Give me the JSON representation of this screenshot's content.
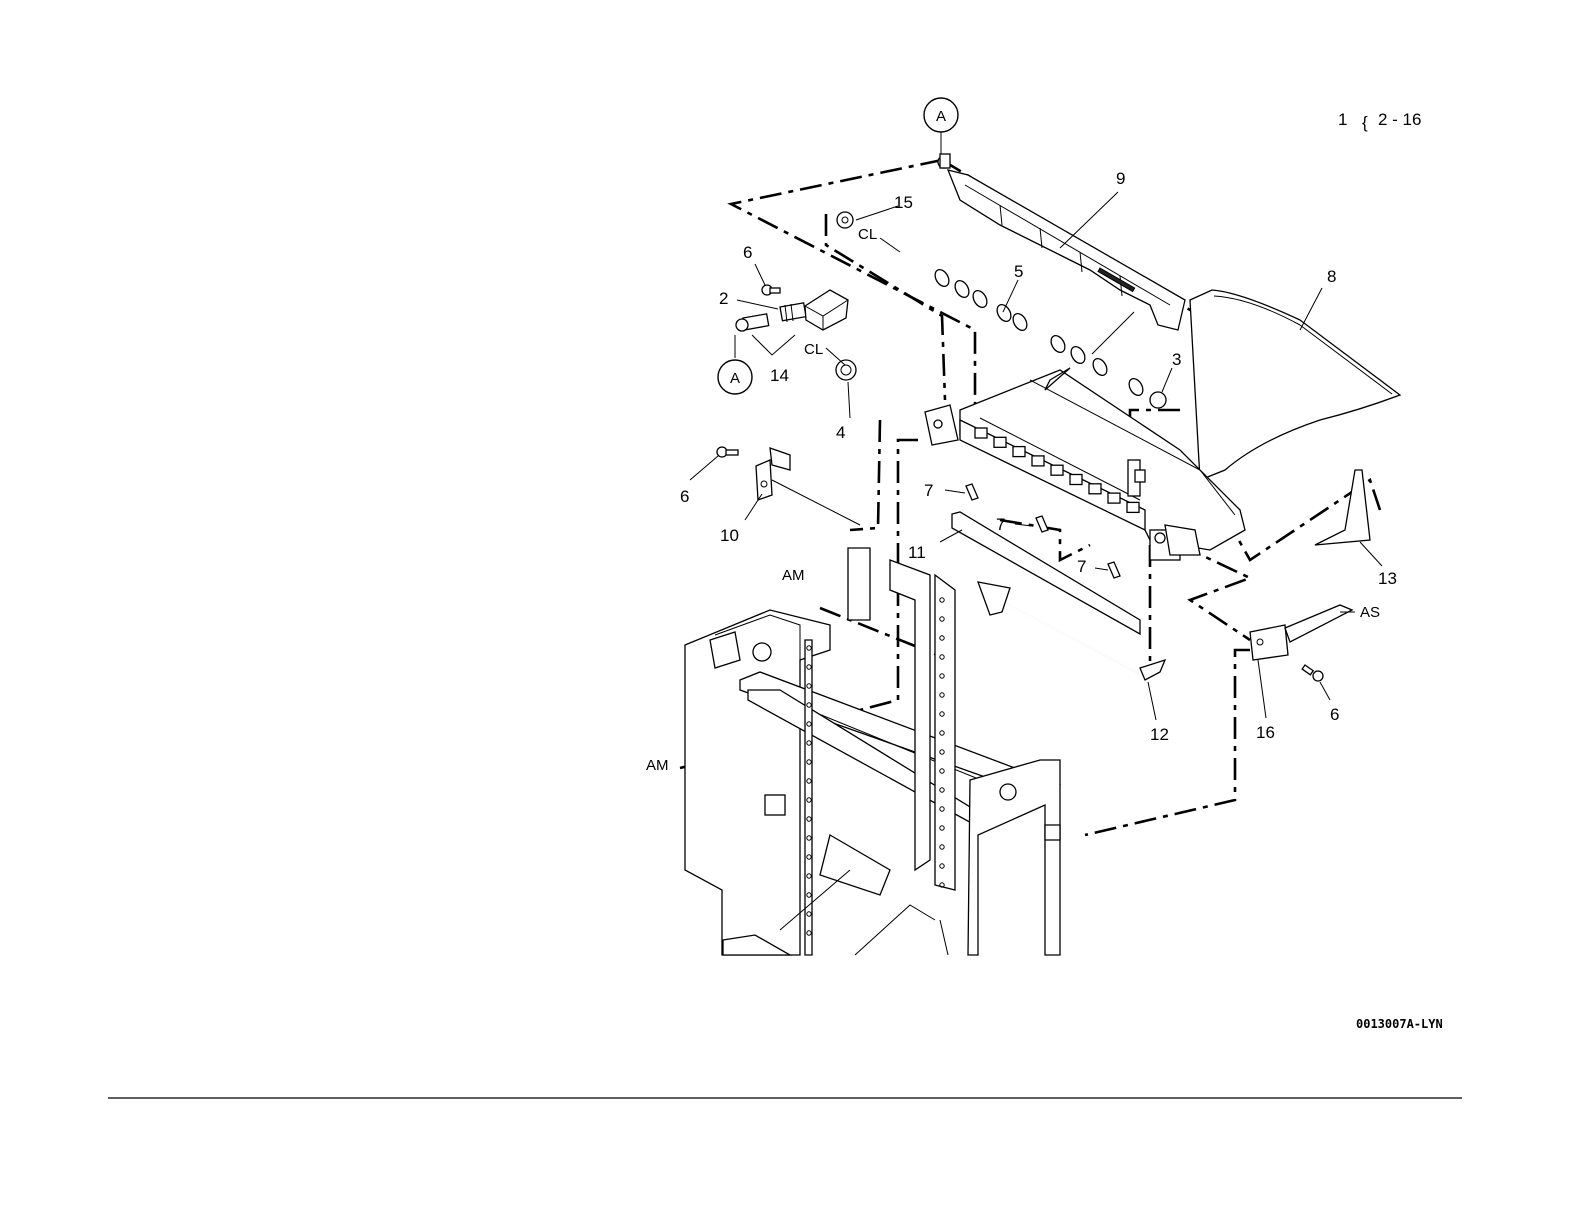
{
  "header": {
    "range_start": "1",
    "range_end": "2 - 16"
  },
  "callouts": [
    {
      "id": "c2",
      "label": "2"
    },
    {
      "id": "c3",
      "label": "3"
    },
    {
      "id": "c4",
      "label": "4"
    },
    {
      "id": "c5",
      "label": "5"
    },
    {
      "id": "c6a",
      "label": "6"
    },
    {
      "id": "c6b",
      "label": "6"
    },
    {
      "id": "c6c",
      "label": "6"
    },
    {
      "id": "c7a",
      "label": "7"
    },
    {
      "id": "c7b",
      "label": "7"
    },
    {
      "id": "c7c",
      "label": "7"
    },
    {
      "id": "c8",
      "label": "8"
    },
    {
      "id": "c9",
      "label": "9"
    },
    {
      "id": "c10",
      "label": "10"
    },
    {
      "id": "c11",
      "label": "11"
    },
    {
      "id": "c12",
      "label": "12"
    },
    {
      "id": "c13",
      "label": "13"
    },
    {
      "id": "c14",
      "label": "14"
    },
    {
      "id": "c15",
      "label": "15"
    },
    {
      "id": "c16",
      "label": "16"
    }
  ],
  "location_marks": {
    "cl_top": "CL",
    "cl_mid": "CL",
    "am_upper": "AM",
    "am_lower": "AM",
    "as": "AS"
  },
  "reference_circles": {
    "top": "A",
    "left": "A"
  },
  "figure_id": "0013007A-LYN"
}
